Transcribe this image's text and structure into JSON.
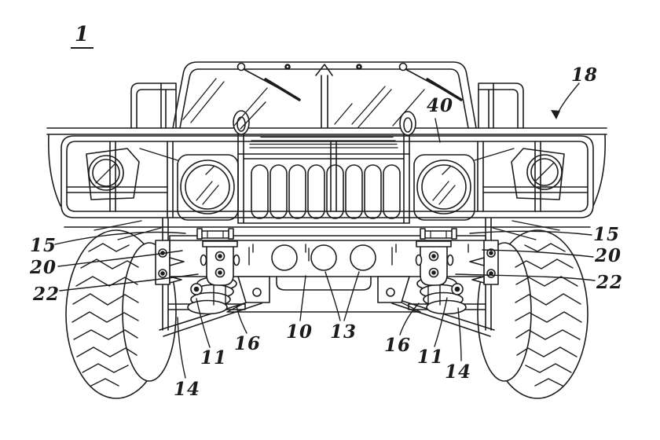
{
  "page": {
    "background_color": "#ffffff",
    "ink_color": "#1c1c1c",
    "description_visible_text_only": "patent line drawing callout numerals"
  },
  "figure": {
    "number": "1",
    "callouts": {
      "c18": "18",
      "c40": "40",
      "l15": "15",
      "l20": "20",
      "l22": "22",
      "r15": "15",
      "r20": "20",
      "r22": "22",
      "c10": "10",
      "c13": "13",
      "l16": "16",
      "l11": "11",
      "l14": "14",
      "r16": "16",
      "r11": "11",
      "r14": "14"
    }
  }
}
